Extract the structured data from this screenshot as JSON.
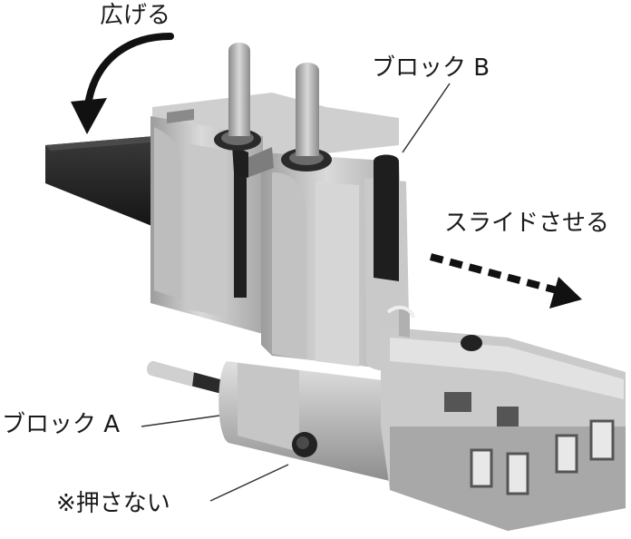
{
  "labels": {
    "widen": "広げる",
    "block_b": "ブロック B",
    "slide": "スライドさせる",
    "block_a": "ブロック A",
    "no_press": "※押さない"
  },
  "colors": {
    "body_light": "#d4d4d4",
    "body_mid": "#b4b4b4",
    "body_dark": "#8a8a8a",
    "shadow": "#555555",
    "black": "#1e1e1e",
    "pin": "#bdbdbd"
  }
}
